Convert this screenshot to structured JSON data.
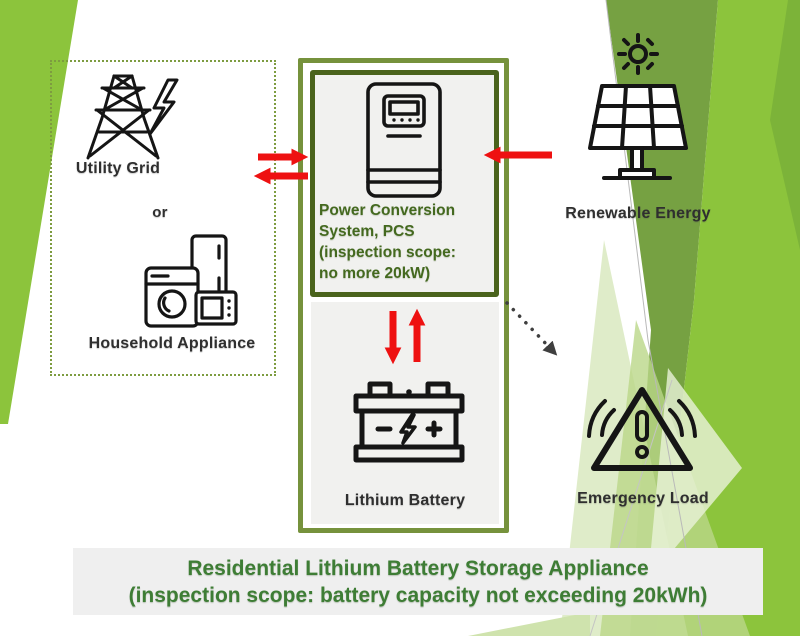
{
  "slide": {
    "sources": {
      "utility_grid_label": "Utility Grid",
      "or_label": "or",
      "household_label": "Household Appliance"
    },
    "pcs": {
      "label": "Power Conversion\nSystem, PCS\n(inspection scope:\nno more 20kW)"
    },
    "battery": {
      "label": "Lithium Battery"
    },
    "renewable": {
      "label": "Renewable Energy"
    },
    "emergency": {
      "label": "Emergency Load"
    },
    "banner": {
      "text": "Residential Lithium Battery Storage Appliance\n(inspection scope: battery capacity not exceeding 20kWh)"
    },
    "icons": {
      "utility": "transmission-tower-icon",
      "household": "home-appliances-icon",
      "pcs": "inverter-icon",
      "battery": "battery-icon",
      "renewable": "solar-panel-icon",
      "emergency": "warning-triangle-icon"
    },
    "colors": {
      "accent_green": "#8cc43c",
      "olive_border": "#76923c",
      "pcs_border": "#4a631c",
      "text_green": "#3e7d35",
      "arrow_red": "#ee1111",
      "panel_gray": "#f1f1ef"
    }
  }
}
